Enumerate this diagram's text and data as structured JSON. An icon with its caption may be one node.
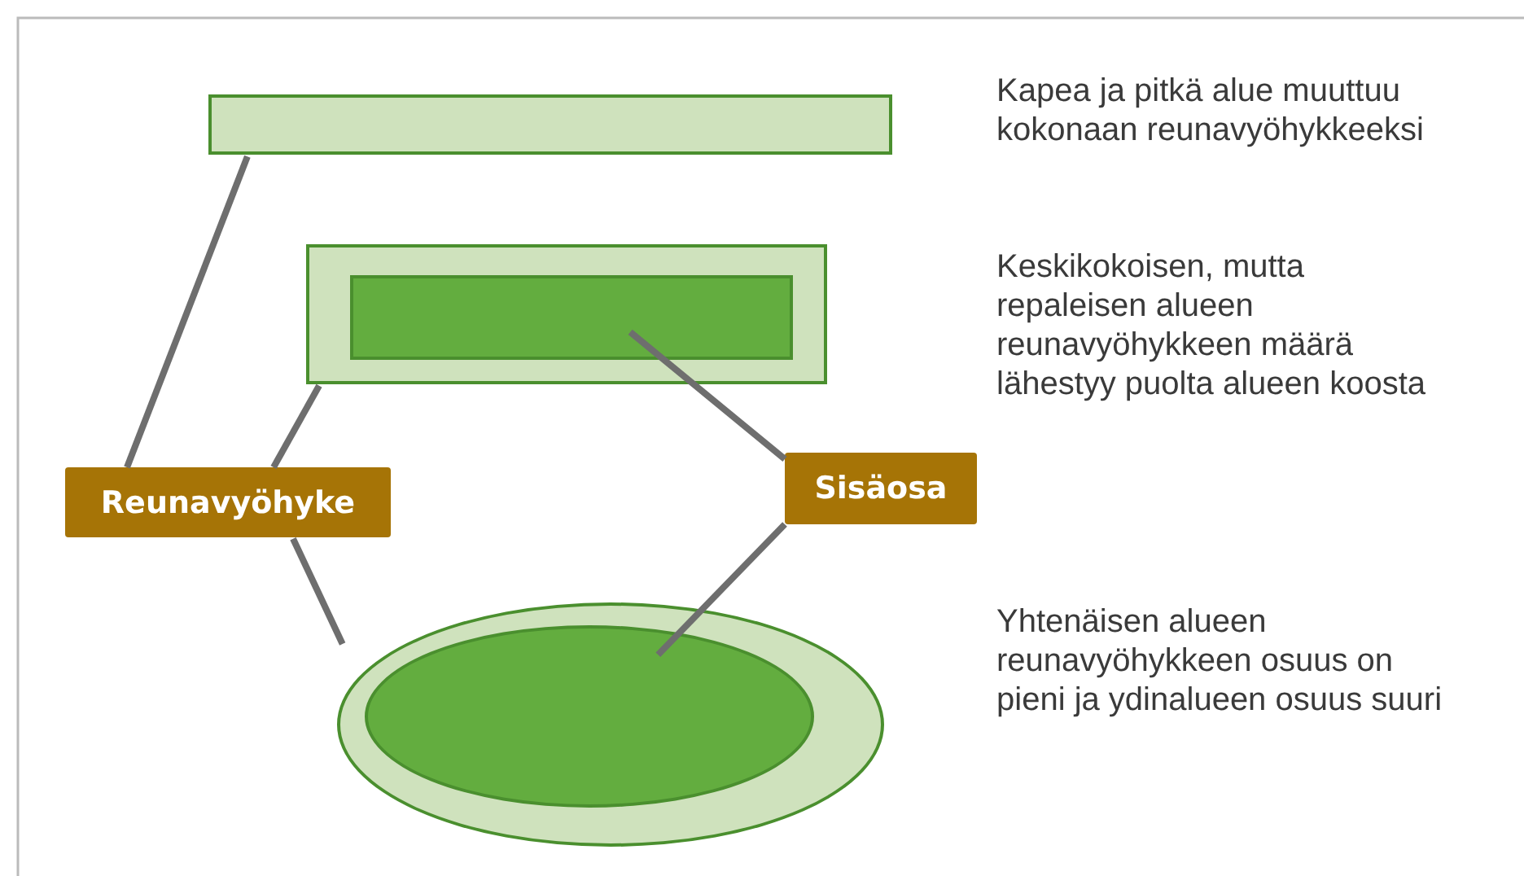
{
  "diagram": {
    "nodes": [
      {
        "text": [],
        "shape": "box"
      },
      {
        "text": [],
        "shape": "box"
      },
      {
        "text": [],
        "shape": "box",
        "in": 1
      },
      {
        "text": [
          "Reunavyöhyke"
        ]
      },
      {
        "text": [
          "Sisäosa"
        ]
      },
      {
        "text": [],
        "shape": "ellipse"
      },
      {
        "text": [],
        "shape": "ellipse",
        "in": 5
      }
    ],
    "edges": [
      {
        "from": 3,
        "to": 0,
        "arrow": "none"
      },
      {
        "from": 3,
        "to": 1,
        "arrow": "none"
      },
      {
        "from": 3,
        "to": 5,
        "arrow": "none"
      },
      {
        "from": 4,
        "to": 2,
        "arrow": "none"
      },
      {
        "from": 4,
        "to": 6,
        "arrow": "none"
      }
    ],
    "labels": [
      "Kapea ja pitkä alue muuttuu kokonaan reunavyöhykkeeksi",
      "Keskikokoisen, mutta repaleisen alueen reunavyöhykkeen määrä lähestyy puolta alueen koosta",
      "Yhtenäisen alueen reunavyöhykkeen osuus on pieni ja ydinalueen osuus suuri"
    ]
  }
}
